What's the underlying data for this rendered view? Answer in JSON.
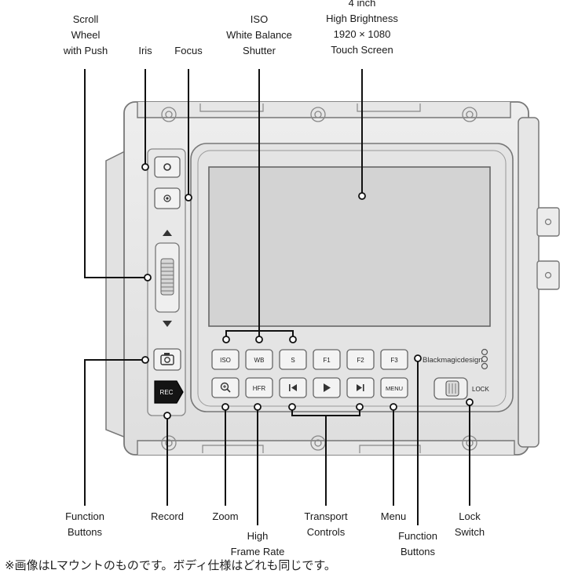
{
  "labels": {
    "scroll_wheel": "Scroll\nWheel\nwith Push",
    "iris": "Iris",
    "focus": "Focus",
    "iso_wb_shutter": "ISO\nWhite Balance\nShutter",
    "screen": "4 inch\nHigh Brightness\n1920 × 1080\nTouch Screen",
    "function_buttons_left": "Function\nButtons",
    "record": "Record",
    "zoom": "Zoom",
    "high_frame_rate": "High\nFrame Rate",
    "transport_controls": "Transport\nControls",
    "menu": "Menu",
    "function_buttons_right": "Function\nButtons",
    "lock_switch": "Lock\nSwitch"
  },
  "buttons": {
    "row1": [
      "ISO",
      "WB",
      "S",
      "F1",
      "F2",
      "F3"
    ],
    "row2": [
      "HFR",
      "MENU"
    ],
    "rec": "REC"
  },
  "brand": "Blackmagicdesign",
  "lock_text": "LOCK",
  "footnote": "※画像はLマウントのものです。ボディ仕様はどれも同じです。"
}
